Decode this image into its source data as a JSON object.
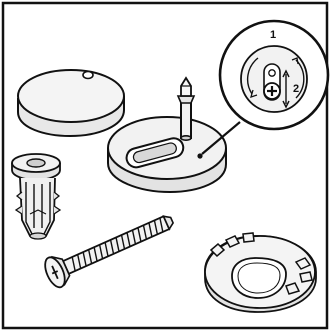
{
  "diagram": {
    "callout_step_1": "1",
    "callout_step_2": "2",
    "colors": {
      "ink": "#111111",
      "fill_light": "#f2f2f2",
      "fill_mid": "#e3e3e3",
      "fill_shade": "#cfcfcf",
      "paper": "#ffffff"
    },
    "parts": [
      "cover-cap",
      "hinge-base-with-pin",
      "expansion-anchor",
      "mounting-screw",
      "base-plate-with-clips"
    ]
  }
}
